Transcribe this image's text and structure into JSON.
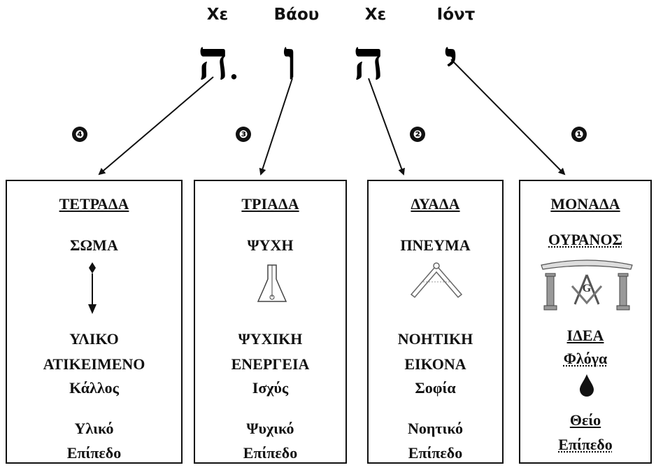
{
  "letters": [
    {
      "name": "Χε",
      "glyph": "ה",
      "mark": "."
    },
    {
      "name": "Βάου",
      "glyph": "ו"
    },
    {
      "name": "Χε",
      "glyph": "ה"
    },
    {
      "name": "Ιόντ",
      "glyph": "י"
    }
  ],
  "badges": [
    "❹",
    "❸",
    "❷",
    "❶"
  ],
  "boxes": [
    {
      "title": "ΤΕΤΡΑΔΑ",
      "element": "ΣΩΜΑ",
      "icon": "plumb-line-icon",
      "line1": "ΥΛΙΚΟ",
      "line2": "ΑΤΙΚΕΙΜΕΝΟ",
      "virtue": "Κάλλος",
      "plane1": "Υλικό",
      "plane2": "Επίπεδο"
    },
    {
      "title": "ΤΡΙΑΔΑ",
      "element": "ΨΥΧΗ",
      "icon": "level-icon",
      "line1": "ΨΥΧΙΚΗ",
      "line2": "ΕΝΕΡΓΕΙΑ",
      "virtue": "Ισχύς",
      "plane1": "Ψυχικό",
      "plane2": "Επίπεδο"
    },
    {
      "title": "ΔΥΑΔΑ",
      "element": "ΠΝΕΥΜΑ",
      "icon": "compass-icon",
      "line1": "ΝΟΗΤΙΚΗ",
      "line2": "ΕΙΚΟΝΑ",
      "virtue": "Σοφία",
      "plane1": "Νοητικό",
      "plane2": "Επίπεδο"
    },
    {
      "title": "ΜΟΝΑΔΑ",
      "element": "ΟΥΡΑΝΟΣ",
      "icon": "square-compass-pillars-icon",
      "line1": "ΙΔΕΑ",
      "line2": "Φλόγα",
      "drop_icon": "drop-icon",
      "plane1": "Θείο",
      "plane2": "Επίπεδο"
    }
  ]
}
